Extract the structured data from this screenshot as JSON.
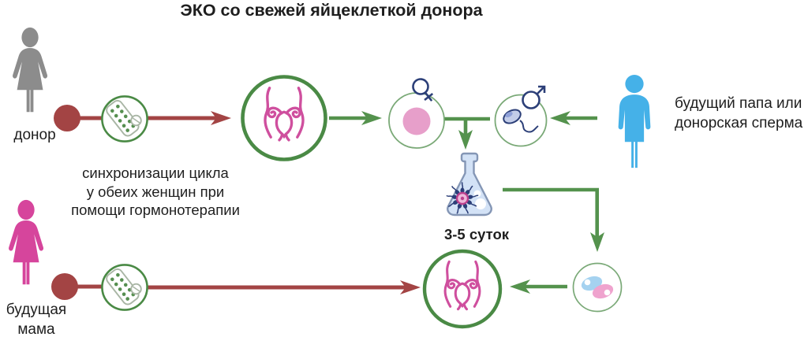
{
  "title": "ЭКО со свежей яйцеклеткой донора",
  "top_row": {
    "donor_label": "донор",
    "dad_label_line1": "будущий папа или",
    "dad_label_line2": "донорская сперма"
  },
  "middle": {
    "sync_line1": "синхронизации цикла",
    "sync_line2": "у обеих женщин при",
    "sync_line3": "помощи гормонотерапии",
    "flask_label": "3-5 суток"
  },
  "bottom_row": {
    "mom_label_line1": "будущая",
    "mom_label_line2": "мама"
  },
  "icons": {
    "donor_figure": "female-silhouette-icon",
    "mom_figure": "female-silhouette-icon",
    "dad_figure": "male-silhouette-icon",
    "hormone_pills": "pill-blister-in-circle-icon",
    "ovary_stimulation": "uterus-in-circle-icon",
    "egg": "egg-cell-icon",
    "female_symbol": "female-gender-icon",
    "sperm": "sperm-cell-icon",
    "male_symbol": "male-gender-icon",
    "incubation": "lab-flask-icon",
    "embryo": "two-cell-embryo-icon",
    "embryo_transfer": "uterus-in-circle-icon"
  },
  "colors": {
    "arrow_red": "#a34444",
    "arrow_green": "#54924d",
    "circle_border_green": "#4a8a45",
    "thin_circle_green": "#7aa977",
    "donor_gray": "#8c8c8c",
    "mom_pink": "#d6459c",
    "dad_blue": "#45b1e8",
    "uterus_pink": "#cf4f9e",
    "egg_pink": "#e79fca",
    "symbol_navy": "#2c3f78",
    "flask_blue": "#d3e2f6",
    "cell_blue": "#a5d2f0",
    "cell_pink": "#efa3ce"
  }
}
